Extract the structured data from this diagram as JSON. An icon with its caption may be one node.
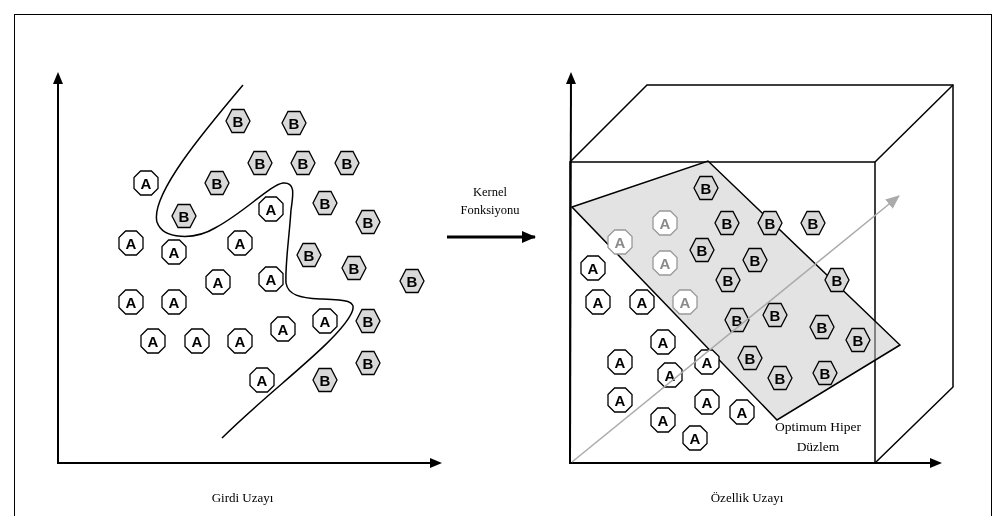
{
  "diagram": {
    "nodes": [
      {
        "text": [
          "Girdi Uzayı"
        ]
      },
      {
        "text": [
          "Özellik Uzayı"
        ]
      },
      {
        "text": [
          "Optimum Hiper Düzlem"
        ],
        "in": 1
      },
      {
        "text": [
          "B"
        ],
        "in": 0
      },
      {
        "text": [
          "B"
        ],
        "in": 0
      },
      {
        "text": [
          "B"
        ],
        "in": 0
      },
      {
        "text": [
          "B"
        ],
        "in": 0
      },
      {
        "text": [
          "B"
        ],
        "in": 0
      },
      {
        "text": [
          "A"
        ],
        "in": 0
      },
      {
        "text": [
          "B"
        ],
        "in": 0
      },
      {
        "text": [
          "B"
        ],
        "in": 0
      },
      {
        "text": [
          "A"
        ],
        "in": 0
      },
      {
        "text": [
          "B"
        ],
        "in": 0
      },
      {
        "text": [
          "B"
        ],
        "in": 0
      },
      {
        "text": [
          "A"
        ],
        "in": 0
      },
      {
        "text": [
          "A"
        ],
        "in": 0
      },
      {
        "text": [
          "A"
        ],
        "in": 0
      },
      {
        "text": [
          "B"
        ],
        "in": 0
      },
      {
        "text": [
          "B"
        ],
        "in": 0
      },
      {
        "text": [
          "B"
        ],
        "in": 0
      },
      {
        "text": [
          "A"
        ],
        "in": 0
      },
      {
        "text": [
          "A"
        ],
        "in": 0
      },
      {
        "text": [
          "A"
        ],
        "in": 0
      },
      {
        "text": [
          "A"
        ],
        "in": 0
      },
      {
        "text": [
          "A"
        ],
        "in": 0
      },
      {
        "text": [
          "A"
        ],
        "in": 0
      },
      {
        "text": [
          "A"
        ],
        "in": 0
      },
      {
        "text": [
          "A"
        ],
        "in": 0
      },
      {
        "text": [
          "A"
        ],
        "in": 0
      },
      {
        "text": [
          "B"
        ],
        "in": 0
      },
      {
        "text": [
          "B"
        ],
        "in": 0
      },
      {
        "text": [
          "A"
        ],
        "in": 0
      },
      {
        "text": [
          "B"
        ],
        "in": 0
      },
      {
        "text": [
          "B"
        ],
        "in": 2
      },
      {
        "text": [
          "A"
        ],
        "in": 2
      },
      {
        "text": [
          "B"
        ],
        "in": 2
      },
      {
        "text": [
          "B"
        ],
        "in": 2
      },
      {
        "text": [
          "B"
        ],
        "in": 1
      },
      {
        "text": [
          "A"
        ],
        "in": 2
      },
      {
        "text": [
          "B"
        ],
        "in": 2
      },
      {
        "text": [
          "A"
        ],
        "in": 1
      },
      {
        "text": [
          "A"
        ],
        "in": 2
      },
      {
        "text": [
          "B"
        ],
        "in": 2
      },
      {
        "text": [
          "B"
        ],
        "in": 2
      },
      {
        "text": [
          "B"
        ],
        "in": 1
      },
      {
        "text": [
          "A"
        ],
        "in": 1
      },
      {
        "text": [
          "A"
        ],
        "in": 1
      },
      {
        "text": [
          "A"
        ],
        "in": 2
      },
      {
        "text": [
          "B"
        ],
        "in": 2
      },
      {
        "text": [
          "B"
        ],
        "in": 2
      },
      {
        "text": [
          "B"
        ],
        "in": 2
      },
      {
        "text": [
          "B"
        ],
        "in": 2
      },
      {
        "text": [
          "A"
        ],
        "in": 1
      },
      {
        "text": [
          "A"
        ],
        "in": 1
      },
      {
        "text": [
          "A"
        ],
        "in": 1
      },
      {
        "text": [
          "B"
        ],
        "in": 2
      },
      {
        "text": [
          "A"
        ],
        "in": 1
      },
      {
        "text": [
          "B"
        ],
        "in": 2
      },
      {
        "text": [
          "B"
        ],
        "in": 2
      },
      {
        "text": [
          "A"
        ],
        "in": 1
      },
      {
        "text": [
          "A"
        ],
        "in": 1
      },
      {
        "text": [
          "A"
        ],
        "in": 1
      },
      {
        "text": [
          "A"
        ],
        "in": 1
      },
      {
        "text": [
          "A"
        ],
        "in": 1
      }
    ],
    "edges": [
      {
        "from": 0,
        "to": 1,
        "arrow": "to",
        "label": "Kernel Fonksiyonu"
      }
    ]
  }
}
